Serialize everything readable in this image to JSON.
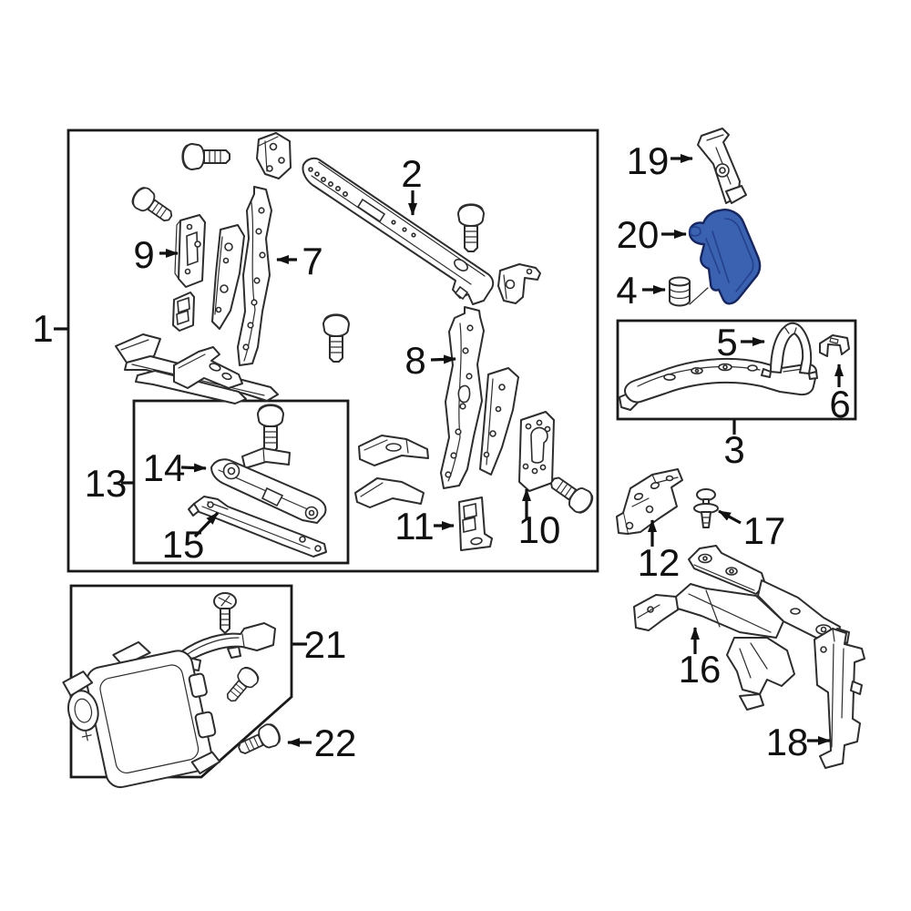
{
  "diagram": {
    "background": "#ffffff",
    "line_color": "#2d2d2d",
    "label_color": "#111111",
    "highlighted_part": {
      "callout": "20",
      "fill": "#3b61b1",
      "outline": "#17265f"
    }
  },
  "callouts": {
    "c1": "1",
    "c2": "2",
    "c3": "3",
    "c4": "4",
    "c5": "5",
    "c6": "6",
    "c7": "7",
    "c8": "8",
    "c9": "9",
    "c10": "10",
    "c11": "11",
    "c12": "12",
    "c13": "13",
    "c14": "14",
    "c15": "15",
    "c16": "16",
    "c17": "17",
    "c18": "18",
    "c19": "19",
    "c20": "20",
    "c21": "21",
    "c22": "22"
  }
}
